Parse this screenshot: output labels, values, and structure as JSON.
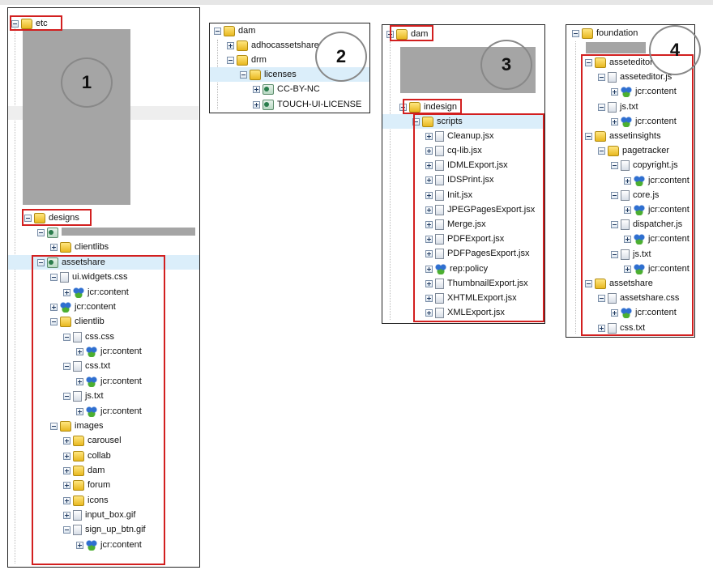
{
  "panels": [
    {
      "number": "1",
      "items": [
        {
          "label": "etc",
          "level": 0,
          "icon": "folder",
          "toggle": "minus"
        },
        {
          "label": "designs",
          "level": 1,
          "icon": "folder",
          "toggle": "minus"
        },
        {
          "label": "",
          "level": 2,
          "icon": "design",
          "toggle": "minus"
        },
        {
          "label": "clientlibs",
          "level": 3,
          "icon": "folder",
          "toggle": "plus"
        },
        {
          "label": "assetshare",
          "level": 2,
          "icon": "design",
          "toggle": "minus",
          "selected": true
        },
        {
          "label": "ui.widgets.css",
          "level": 3,
          "icon": "file",
          "toggle": "minus"
        },
        {
          "label": "jcr:content",
          "level": 4,
          "icon": "node",
          "toggle": "plus"
        },
        {
          "label": "jcr:content",
          "level": 3,
          "icon": "node",
          "toggle": "plus"
        },
        {
          "label": "clientlib",
          "level": 3,
          "icon": "folder",
          "toggle": "minus"
        },
        {
          "label": "css.css",
          "level": 4,
          "icon": "file",
          "toggle": "minus"
        },
        {
          "label": "jcr:content",
          "level": 5,
          "icon": "node",
          "toggle": "plus"
        },
        {
          "label": "css.txt",
          "level": 4,
          "icon": "file",
          "toggle": "minus"
        },
        {
          "label": "jcr:content",
          "level": 5,
          "icon": "node",
          "toggle": "plus"
        },
        {
          "label": "js.txt",
          "level": 4,
          "icon": "file",
          "toggle": "minus"
        },
        {
          "label": "jcr:content",
          "level": 5,
          "icon": "node",
          "toggle": "plus"
        },
        {
          "label": "images",
          "level": 3,
          "icon": "folder",
          "toggle": "minus"
        },
        {
          "label": "carousel",
          "level": 4,
          "icon": "folder",
          "toggle": "plus"
        },
        {
          "label": "collab",
          "level": 4,
          "icon": "folder",
          "toggle": "plus"
        },
        {
          "label": "dam",
          "level": 4,
          "icon": "folder",
          "toggle": "plus"
        },
        {
          "label": "forum",
          "level": 4,
          "icon": "folder",
          "toggle": "plus"
        },
        {
          "label": "icons",
          "level": 4,
          "icon": "folder",
          "toggle": "plus"
        },
        {
          "label": "input_box.gif",
          "level": 4,
          "icon": "file",
          "toggle": "plus"
        },
        {
          "label": "sign_up_btn.gif",
          "level": 4,
          "icon": "file",
          "toggle": "minus"
        },
        {
          "label": "jcr:content",
          "level": 5,
          "icon": "node",
          "toggle": "plus"
        }
      ]
    },
    {
      "number": "2",
      "items": [
        {
          "label": "dam",
          "level": 0,
          "icon": "folder",
          "toggle": "minus"
        },
        {
          "label": "adhocassetshare",
          "level": 1,
          "icon": "folder",
          "toggle": "plus"
        },
        {
          "label": "drm",
          "level": 1,
          "icon": "folder",
          "toggle": "minus"
        },
        {
          "label": "licenses",
          "level": 2,
          "icon": "folder",
          "toggle": "minus",
          "selected": true
        },
        {
          "label": "CC-BY-NC",
          "level": 3,
          "icon": "design",
          "toggle": "plus"
        },
        {
          "label": "TOUCH-UI-LICENSE",
          "level": 3,
          "icon": "design",
          "toggle": "plus"
        }
      ]
    },
    {
      "number": "3",
      "items": [
        {
          "label": "dam",
          "level": 0,
          "icon": "folder",
          "toggle": "minus"
        },
        {
          "label": "indesign",
          "level": 1,
          "icon": "folder",
          "toggle": "minus"
        },
        {
          "label": "scripts",
          "level": 2,
          "icon": "folder",
          "toggle": "minus",
          "selected": true
        },
        {
          "label": "Cleanup.jsx",
          "level": 3,
          "icon": "file",
          "toggle": "plus"
        },
        {
          "label": "cq-lib.jsx",
          "level": 3,
          "icon": "file",
          "toggle": "plus"
        },
        {
          "label": "IDMLExport.jsx",
          "level": 3,
          "icon": "file",
          "toggle": "plus"
        },
        {
          "label": "IDSPrint.jsx",
          "level": 3,
          "icon": "file",
          "toggle": "plus"
        },
        {
          "label": "Init.jsx",
          "level": 3,
          "icon": "file",
          "toggle": "plus"
        },
        {
          "label": "JPEGPagesExport.jsx",
          "level": 3,
          "icon": "file",
          "toggle": "plus"
        },
        {
          "label": "Merge.jsx",
          "level": 3,
          "icon": "file",
          "toggle": "plus"
        },
        {
          "label": "PDFExport.jsx",
          "level": 3,
          "icon": "file",
          "toggle": "plus"
        },
        {
          "label": "PDFPagesExport.jsx",
          "level": 3,
          "icon": "file",
          "toggle": "plus"
        },
        {
          "label": "rep:policy",
          "level": 3,
          "icon": "node",
          "toggle": "plus"
        },
        {
          "label": "ThumbnailExport.jsx",
          "level": 3,
          "icon": "file",
          "toggle": "plus"
        },
        {
          "label": "XHTMLExport.jsx",
          "level": 3,
          "icon": "file",
          "toggle": "plus"
        },
        {
          "label": "XMLExport.jsx",
          "level": 3,
          "icon": "file",
          "toggle": "plus"
        }
      ]
    },
    {
      "number": "4",
      "items": [
        {
          "label": "foundation",
          "level": 0,
          "icon": "folder",
          "toggle": "minus"
        },
        {
          "label": "asseteditor",
          "level": 1,
          "icon": "folder",
          "toggle": "minus"
        },
        {
          "label": "asseteditor.js",
          "level": 2,
          "icon": "file",
          "toggle": "minus"
        },
        {
          "label": "jcr:content",
          "level": 3,
          "icon": "node",
          "toggle": "plus"
        },
        {
          "label": "js.txt",
          "level": 2,
          "icon": "file",
          "toggle": "minus"
        },
        {
          "label": "jcr:content",
          "level": 3,
          "icon": "node",
          "toggle": "plus"
        },
        {
          "label": "assetinsights",
          "level": 1,
          "icon": "folder",
          "toggle": "minus"
        },
        {
          "label": "pagetracker",
          "level": 2,
          "icon": "folder",
          "toggle": "minus"
        },
        {
          "label": "copyright.js",
          "level": 3,
          "icon": "file",
          "toggle": "minus"
        },
        {
          "label": "jcr:content",
          "level": 4,
          "icon": "node",
          "toggle": "plus"
        },
        {
          "label": "core.js",
          "level": 3,
          "icon": "file",
          "toggle": "minus"
        },
        {
          "label": "jcr:content",
          "level": 4,
          "icon": "node",
          "toggle": "plus"
        },
        {
          "label": "dispatcher.js",
          "level": 3,
          "icon": "file",
          "toggle": "minus"
        },
        {
          "label": "jcr:content",
          "level": 4,
          "icon": "node",
          "toggle": "plus"
        },
        {
          "label": "js.txt",
          "level": 3,
          "icon": "file",
          "toggle": "minus"
        },
        {
          "label": "jcr:content",
          "level": 4,
          "icon": "node",
          "toggle": "plus"
        },
        {
          "label": "assetshare",
          "level": 1,
          "icon": "folder",
          "toggle": "minus"
        },
        {
          "label": "assetshare.css",
          "level": 2,
          "icon": "file",
          "toggle": "minus"
        },
        {
          "label": "jcr:content",
          "level": 3,
          "icon": "node",
          "toggle": "plus"
        },
        {
          "label": "css.txt",
          "level": 2,
          "icon": "file",
          "toggle": "plus"
        }
      ]
    }
  ]
}
